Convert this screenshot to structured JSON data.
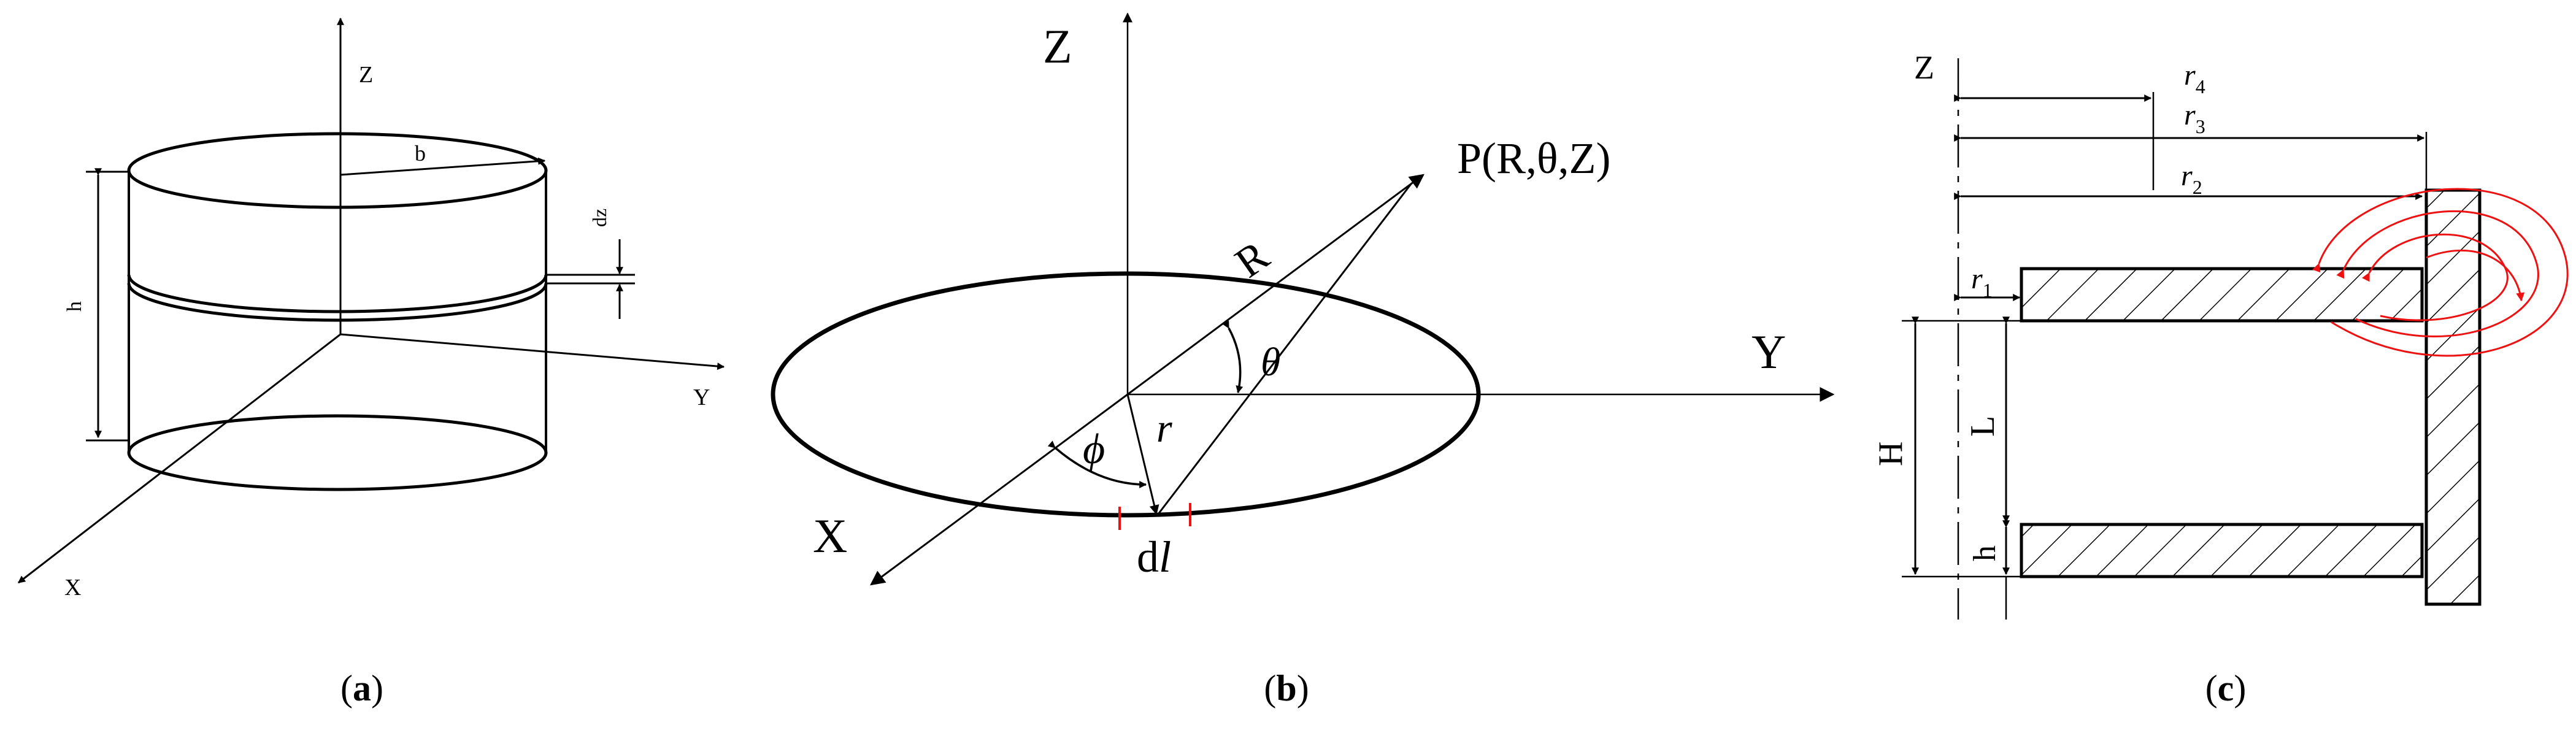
{
  "panel_a": {
    "caption_label": "a",
    "axis_z": "Z",
    "axis_y": "Y",
    "axis_x": "X",
    "radius": "b",
    "height": "h",
    "slice": "dz"
  },
  "panel_b": {
    "caption_label": "b",
    "axis_z": "Z",
    "axis_y": "Y",
    "axis_x": "X",
    "point": "P(R,θ,Z)",
    "distance": "R",
    "angle_theta": "θ",
    "angle_phi": "ϕ",
    "radius": "r",
    "element_d": "d",
    "element_l": "l"
  },
  "panel_c": {
    "caption_label": "c",
    "axis_z": "Z",
    "r4_main": "r",
    "r4_sub": "4",
    "r3_main": "r",
    "r3_sub": "3",
    "r2_main": "r",
    "r2_sub": "2",
    "r1_main": "r",
    "r1_sub": "1",
    "height_total": "H",
    "gap": "L",
    "thickness": "h"
  },
  "colors": {
    "ink": "#000000",
    "field_lines": "#ee1111"
  }
}
